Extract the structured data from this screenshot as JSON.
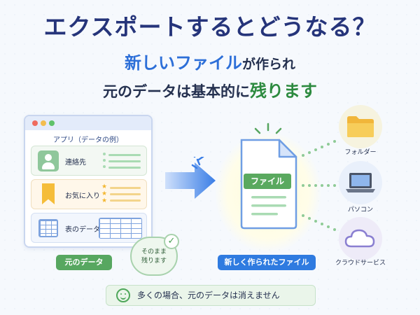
{
  "title": "エクスポートするとどうなる？",
  "subtitle": {
    "line1_highlight": "新しいファイル",
    "line1_rest": "が作られ",
    "line2_prefix": "元のデータは基本的に",
    "line2_highlight": "残ります"
  },
  "app": {
    "caption": "アプリ（データの例）",
    "items": [
      {
        "label": "連絡先",
        "icon": "contact-icon"
      },
      {
        "label": "お気に入り",
        "icon": "bookmark-icon"
      },
      {
        "label": "表のデータ",
        "icon": "table-icon"
      }
    ],
    "source_label": "元のデータ",
    "bubble_line1": "そのまま",
    "bubble_line2": "残ります"
  },
  "file": {
    "label": "ファイル",
    "caption": "新しく作られたファイル"
  },
  "destinations": [
    {
      "label": "フォルダー",
      "icon": "folder-icon"
    },
    {
      "label": "パソコン",
      "icon": "laptop-icon"
    },
    {
      "label": "クラウドサービス",
      "icon": "cloud-icon"
    }
  ],
  "footer": "多くの場合、元のデータは消えません",
  "colors": {
    "title": "#25347a",
    "accent_blue": "#2d6fd8",
    "accent_green": "#2c8a3f"
  }
}
